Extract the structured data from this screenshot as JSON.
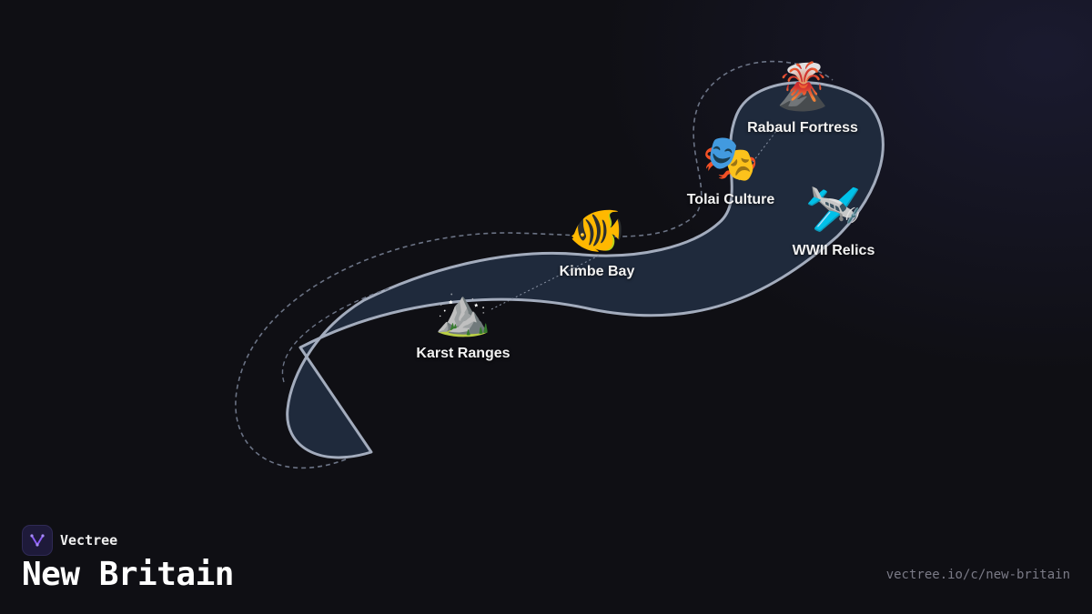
{
  "map": {
    "region_name": "New Britain",
    "land_fill": "#1f2a3c",
    "coast_stroke": "#a3acbd",
    "route_stroke": "#6b7385"
  },
  "pois": [
    {
      "label": "Rabaul Fortress",
      "icon": "volcano-icon",
      "emoji": "🌋"
    },
    {
      "label": "Tolai Culture",
      "icon": "theater-masks-icon",
      "emoji": "🎭"
    },
    {
      "label": "WWII Relics",
      "icon": "airplane-icon",
      "emoji": "🛩️"
    },
    {
      "label": "Kimbe Bay",
      "icon": "tropical-fish-icon",
      "emoji": "🐠"
    },
    {
      "label": "Karst Ranges",
      "icon": "mountain-icon",
      "emoji": "⛰️"
    }
  ],
  "brand": {
    "name": "Vectree",
    "logo_color": "#8b5cf6"
  },
  "footer": {
    "title": "New Britain",
    "url": "vectree.io/c/new-britain"
  }
}
